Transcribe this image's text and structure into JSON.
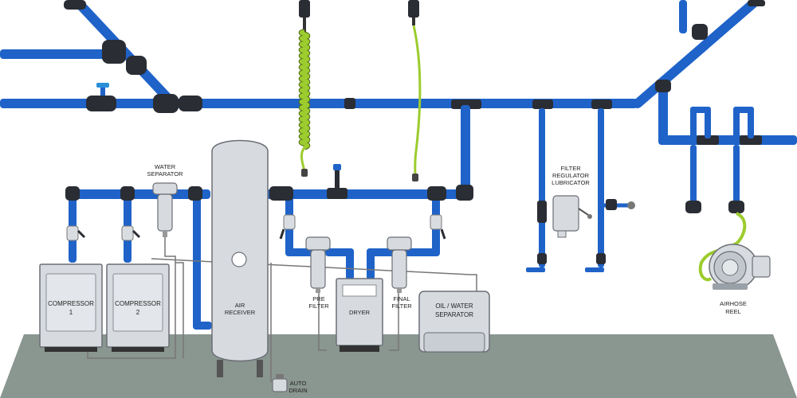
{
  "colors": {
    "pipe": "#1f63c9",
    "pipe_light": "#5d95e6",
    "fitting": "#2a2d33",
    "floor": "#8a9690",
    "equipment": "#d7dbe0",
    "equipment_stroke": "#6b6f75",
    "hose": "#9ccc2e"
  },
  "labels": {
    "water_separator_1": "WATER",
    "water_separator_2": "SEPARATOR",
    "compressor1_1": "COMPRESSOR",
    "compressor1_2": "1",
    "compressor2_1": "COMPRESSOR",
    "compressor2_2": "2",
    "air_receiver_1": "AIR",
    "air_receiver_2": "RECEIVER",
    "pre_filter_1": "PRE",
    "pre_filter_2": "FILTER",
    "dryer": "DRYER",
    "final_filter_1": "FINAL",
    "final_filter_2": "FILTER",
    "oil_water_1": "OIL / WATER",
    "oil_water_2": "SEPARATOR",
    "auto_drain_1": "AUTO",
    "auto_drain_2": "DRAIN",
    "frl_1": "FILTER",
    "frl_2": "REGULATOR",
    "frl_3": "LUBRICATOR",
    "airhose_1": "AIRHOSE",
    "airhose_2": "REEL"
  }
}
